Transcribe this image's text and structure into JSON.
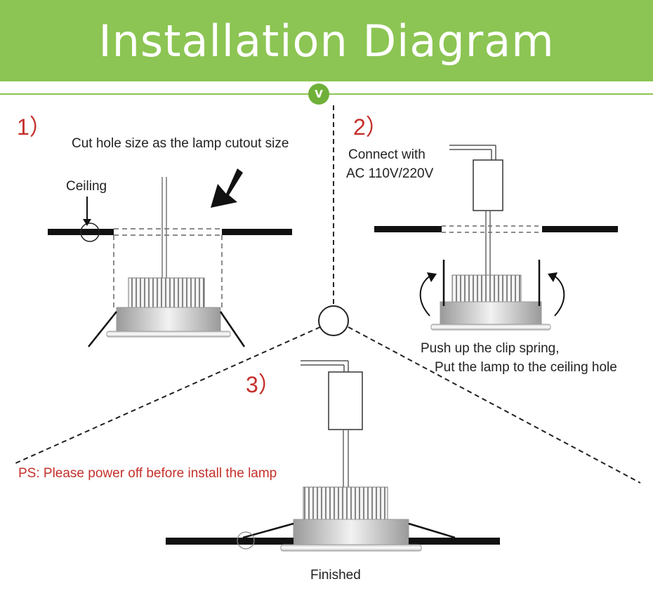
{
  "header": {
    "title": "Installation Diagram",
    "badge": "V"
  },
  "step1": {
    "number": "1）",
    "instruction": "Cut hole size as the lamp cutout size",
    "ceiling_label": "Ceiling"
  },
  "step2": {
    "number": "2）",
    "connect_line1": "Connect with",
    "connect_line2": "AC 110V/220V",
    "push_line1": "Push up the clip spring,",
    "push_line2": "Put the lamp to the ceiling hole"
  },
  "step3": {
    "number": "3）",
    "warning": "PS: Please power off before install the lamp",
    "finished": "Finished"
  },
  "colors": {
    "header_green": "#8cc553",
    "badge_green": "#6fb039",
    "step_number_red": "#c4302b",
    "warning_red": "#c4302b",
    "line_black": "#111111"
  }
}
